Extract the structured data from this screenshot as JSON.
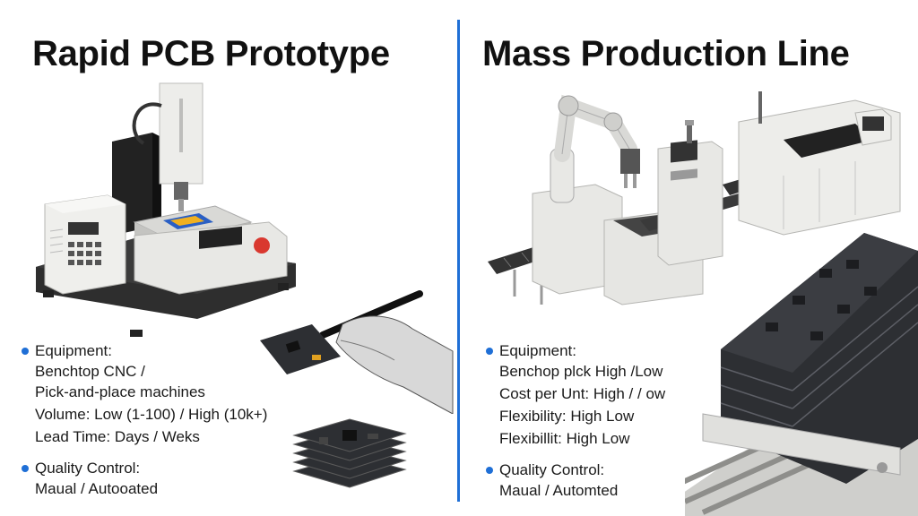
{
  "left": {
    "title": "Rapid PCB Prototype",
    "specs": {
      "equipment_label": "Equipment:",
      "equipment_lines": [
        "Benchtop CNC /",
        "Pick-and-place machines"
      ],
      "volume": "Volume: Low (1-100) / High (10k+)",
      "lead_time": "Lead Time: Days / Weks",
      "qc_label": "Quality Control:",
      "qc_value": "Maual / Autooated"
    }
  },
  "right": {
    "title": "Mass Production Line",
    "specs": {
      "equipment_label": "Equipment:",
      "equipment_line": "Benchop plck High /Low",
      "cost": "Cost per Unt: High / / ow",
      "flex1": "Flexibility: High Low",
      "flex2": "Flexibillit: High Low",
      "qc_label": "Quality Control:",
      "qc_value": "Maual / Automted"
    }
  },
  "colors": {
    "accent": "#1f6fd6",
    "machine_body": "#e9e9e6",
    "machine_dark": "#2b2b2b",
    "pcb": "#2d2f33"
  }
}
